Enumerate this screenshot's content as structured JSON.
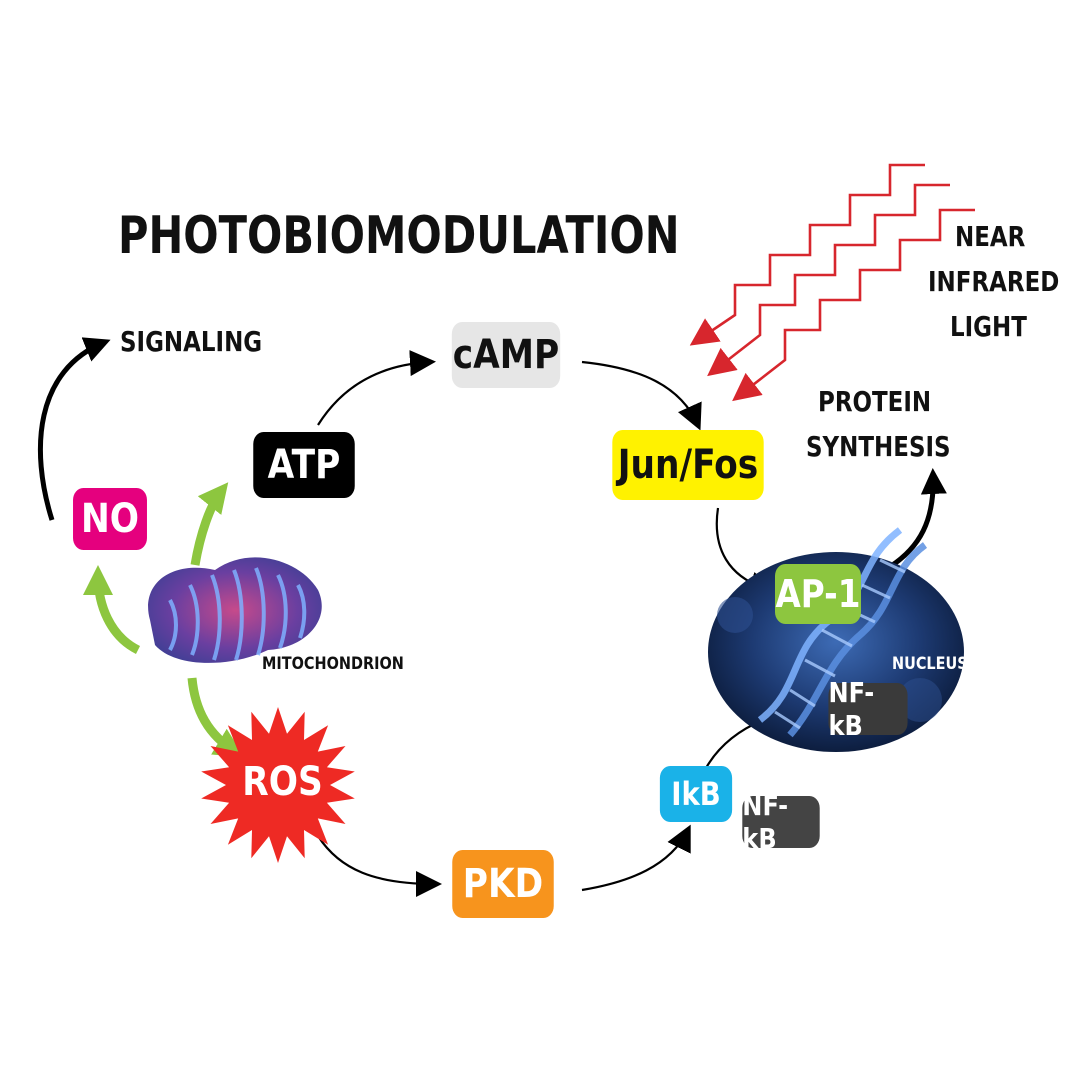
{
  "title": "PHOTOBIOMODULATION",
  "labels": {
    "signaling": "SIGNALING",
    "near_infrared_line1": "NEAR",
    "near_infrared_line2": "INFRARED",
    "near_infrared_line3": "LIGHT",
    "protein_line1": "PROTEIN",
    "protein_line2": "SYNTHESIS",
    "mitochondrion": "MITOCHONDRION",
    "nucleus": "NUCLEUS"
  },
  "nodes": {
    "camp": {
      "label": "cAMP",
      "color": "#e6e6e6",
      "text_color": "#111111"
    },
    "atp": {
      "label": "ATP",
      "color": "#000000",
      "text_color": "#ffffff"
    },
    "no": {
      "label": "NO",
      "color": "#e5007e",
      "text_color": "#ffffff"
    },
    "junfos": {
      "label": "Jun/Fos",
      "color": "#fff200",
      "text_color": "#111111"
    },
    "ap1": {
      "label": "AP-1",
      "color": "#8dc63f",
      "text_color": "#ffffff"
    },
    "nfkb_nucleus": {
      "label": "NF-kB",
      "color": "#3a3a3a",
      "text_color": "#ffffff"
    },
    "ikb": {
      "label": "IkB",
      "color": "#1ab2e8",
      "text_color": "#ffffff"
    },
    "nfkb_outer": {
      "label": "NF-kB",
      "color": "#444444",
      "text_color": "#ffffff"
    },
    "pkd": {
      "label": "PKD",
      "color": "#f7941d",
      "text_color": "#ffffff"
    },
    "ros": {
      "label": "ROS",
      "color": "#ee2a24",
      "text_color": "#ffffff"
    }
  },
  "colors": {
    "arrow_black": "#000000",
    "arrow_green": "#8dc63f",
    "light_red": "#d7262d",
    "nucleus_dark": "#0c1c3f",
    "nucleus_mid": "#2d4f8f"
  },
  "icons": {
    "mitochondrion": "mitochondrion-illustration",
    "nucleus": "dna-helix-nucleus"
  }
}
